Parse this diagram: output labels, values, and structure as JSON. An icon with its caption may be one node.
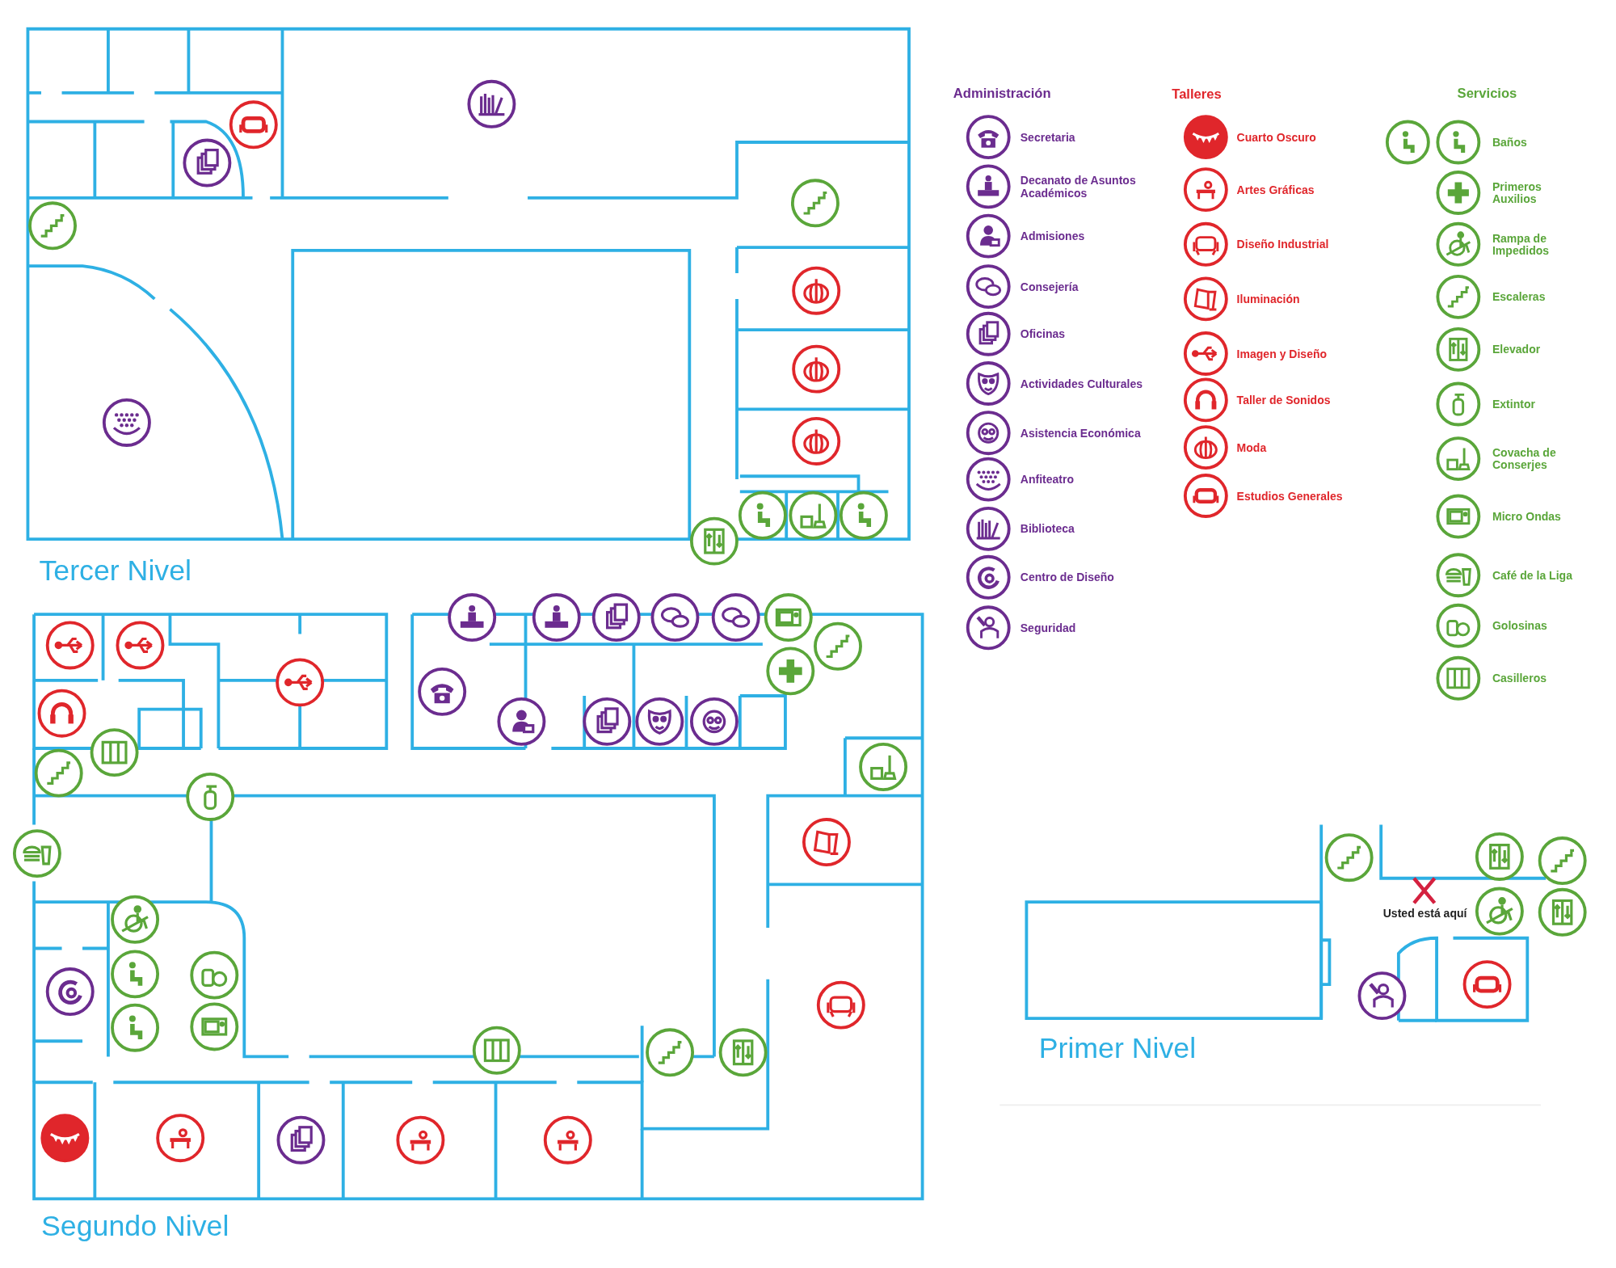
{
  "diagram": {
    "labels": [
      "Administración",
      "Talleres",
      "Servicios",
      "Tercer Nivel",
      "Usted está aquí",
      "Primer Nivel",
      "Segundo Nivel"
    ],
    "legend": [
      {
        "text": "Secretaria"
      },
      {
        "text": "Decanato de Asuntos Académicos"
      },
      {
        "text": "Admisiones"
      },
      {
        "text": "Consejería"
      },
      {
        "text": "Oficinas"
      },
      {
        "text": "Actividades Culturales"
      },
      {
        "text": "Asistencia Económica"
      },
      {
        "text": "Anfiteatro"
      },
      {
        "text": "Biblioteca"
      },
      {
        "text": "Centro de Diseño"
      },
      {
        "text": "Seguridad"
      },
      {
        "text": "Cuarto Oscuro"
      },
      {
        "text": "Artes Gráficas"
      },
      {
        "text": "Diseño Industrial"
      },
      {
        "text": "Iluminación"
      },
      {
        "text": "Imagen y Diseño"
      },
      {
        "text": "Taller de Sonidos"
      },
      {
        "text": "Moda"
      },
      {
        "text": "Estudios Generales"
      },
      {
        "text": "Baños"
      },
      {
        "text": "Primeros Auxilios"
      },
      {
        "text": "Rampa de Impedidos"
      },
      {
        "text": "Escaleras"
      },
      {
        "text": "Elevador"
      },
      {
        "text": "Extintor"
      },
      {
        "text": "Covacha de Conserjes"
      },
      {
        "text": "Micro Ondas"
      },
      {
        "text": "Café de la Liga"
      },
      {
        "text": "Golosinas"
      },
      {
        "text": "Casilleros"
      }
    ]
  }
}
